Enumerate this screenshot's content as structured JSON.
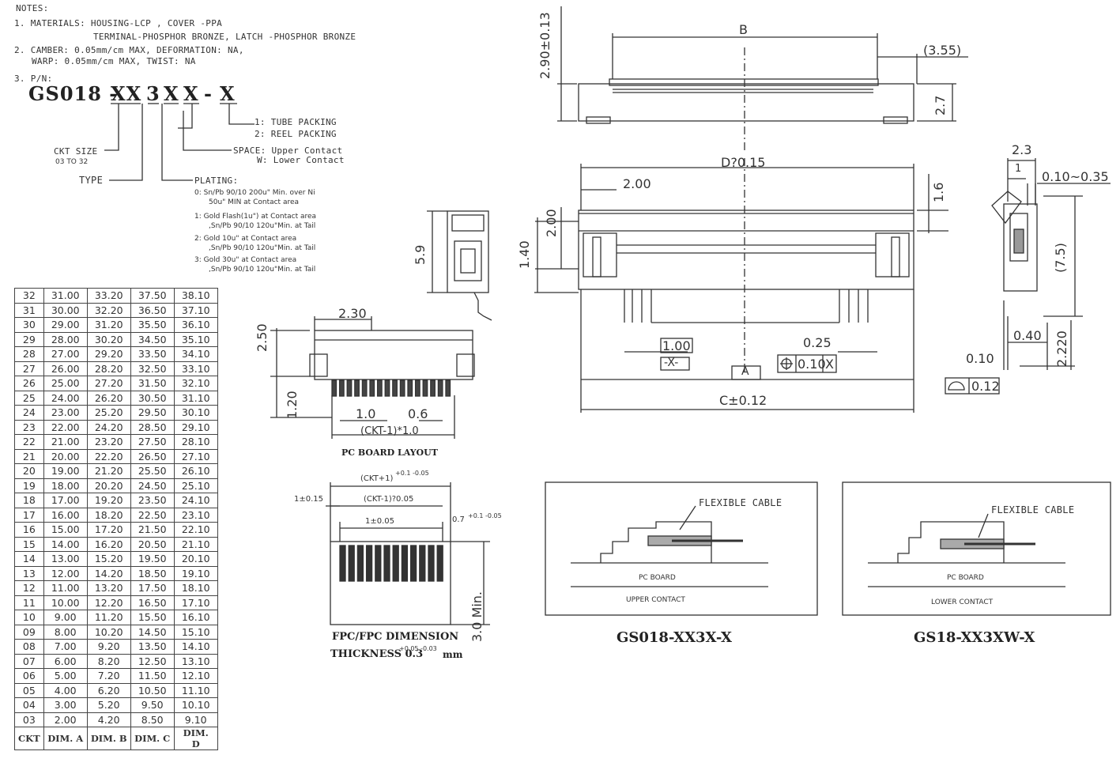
{
  "notes": {
    "heading": "NOTES:",
    "line1a": "1. MATERIALS: HOUSING-LCP , COVER -PPA",
    "line1b": "TERMINAL-PHOSPHOR BRONZE, LATCH -PHOSPHOR BRONZE",
    "line2a": "2. CAMBER: 0.05mm/cm MAX, DEFORMATION: NA,",
    "line2b": "WARP: 0.05mm/cm MAX, TWIST: NA",
    "line3": "3. P/N:",
    "pn_prefix": "GS018 -",
    "pn_xx": "XX",
    "pn_3": "3",
    "pn_x1": "X",
    "pn_x2": "X",
    "pn_dash": "-",
    "pn_x3": "X",
    "packing1": "1: TUBE PACKING",
    "packing2": "2: REEL PACKING",
    "ckt_size": "CKT SIZE",
    "ckt_range": "03 TO 32",
    "space": "SPACE: Upper Contact",
    "space_w": "W: Lower Contact",
    "type": "TYPE",
    "plating": "PLATING:",
    "plating0a": "0: Sn/Pb 90/10 200u\" Min. over Ni",
    "plating0b": "50u\" MIN at Contact area",
    "plating1a": "1: Gold Flash(1u\") at Contact area",
    "plating1b": ",Sn/Pb 90/10 120u\"Min. at Tail",
    "plating2a": "2: Gold 10u\" at Contact area",
    "plating2b": ",Sn/Pb 90/10 120u\"Min. at Tail",
    "plating3a": "3: Gold 30u\" at Contact area",
    "plating3b": ",Sn/Pb 90/10 120u\"Min. at Tail"
  },
  "table": {
    "headers": [
      "CKT",
      "DIM. A",
      "DIM. B",
      "DIM. C",
      "DIM. D"
    ],
    "rows": [
      [
        "32",
        "31.00",
        "33.20",
        "37.50",
        "38.10"
      ],
      [
        "31",
        "30.00",
        "32.20",
        "36.50",
        "37.10"
      ],
      [
        "30",
        "29.00",
        "31.20",
        "35.50",
        "36.10"
      ],
      [
        "29",
        "28.00",
        "30.20",
        "34.50",
        "35.10"
      ],
      [
        "28",
        "27.00",
        "29.20",
        "33.50",
        "34.10"
      ],
      [
        "27",
        "26.00",
        "28.20",
        "32.50",
        "33.10"
      ],
      [
        "26",
        "25.00",
        "27.20",
        "31.50",
        "32.10"
      ],
      [
        "25",
        "24.00",
        "26.20",
        "30.50",
        "31.10"
      ],
      [
        "24",
        "23.00",
        "25.20",
        "29.50",
        "30.10"
      ],
      [
        "23",
        "22.00",
        "24.20",
        "28.50",
        "29.10"
      ],
      [
        "22",
        "21.00",
        "23.20",
        "27.50",
        "28.10"
      ],
      [
        "21",
        "20.00",
        "22.20",
        "26.50",
        "27.10"
      ],
      [
        "20",
        "19.00",
        "21.20",
        "25.50",
        "26.10"
      ],
      [
        "19",
        "18.00",
        "20.20",
        "24.50",
        "25.10"
      ],
      [
        "18",
        "17.00",
        "19.20",
        "23.50",
        "24.10"
      ],
      [
        "17",
        "16.00",
        "18.20",
        "22.50",
        "23.10"
      ],
      [
        "16",
        "15.00",
        "17.20",
        "21.50",
        "22.10"
      ],
      [
        "15",
        "14.00",
        "16.20",
        "20.50",
        "21.10"
      ],
      [
        "14",
        "13.00",
        "15.20",
        "19.50",
        "20.10"
      ],
      [
        "13",
        "12.00",
        "14.20",
        "18.50",
        "19.10"
      ],
      [
        "12",
        "11.00",
        "13.20",
        "17.50",
        "18.10"
      ],
      [
        "11",
        "10.00",
        "12.20",
        "16.50",
        "17.10"
      ],
      [
        "10",
        "9.00",
        "11.20",
        "15.50",
        "16.10"
      ],
      [
        "09",
        "8.00",
        "10.20",
        "14.50",
        "15.10"
      ],
      [
        "08",
        "7.00",
        "9.20",
        "13.50",
        "14.10"
      ],
      [
        "07",
        "6.00",
        "8.20",
        "12.50",
        "13.10"
      ],
      [
        "06",
        "5.00",
        "7.20",
        "11.50",
        "12.10"
      ],
      [
        "05",
        "4.00",
        "6.20",
        "10.50",
        "11.10"
      ],
      [
        "04",
        "3.00",
        "5.20",
        "9.50",
        "10.10"
      ],
      [
        "03",
        "2.00",
        "4.20",
        "8.50",
        "9.10"
      ]
    ]
  },
  "pcb_layout": {
    "caption": "PC BOARD LAYOUT",
    "d230": "2.30",
    "d250": "2.50",
    "d120": "1.20",
    "d10": "1.0",
    "d06": "0.6",
    "pitch": "(CKT-1)*1.0",
    "d59": "5.9"
  },
  "fpc": {
    "caption1": "FPC/FPC DIMENSION",
    "caption2": "THICKNESS 0.3",
    "tol": "+0.05 -0.03",
    "unit": "mm",
    "top": "(CKT+1)",
    "top_tol": "+0.1 -0.05",
    "mid": "(CKT-1)?0.05",
    "left": "1±0.15",
    "pitch": "1±0.05",
    "right": "0.7",
    "right_tol": "+0.1 -0.05",
    "min": "3.0 Min."
  },
  "main_view": {
    "b": "B",
    "d355": "(3.55)",
    "d290": "2.90±0.13",
    "d27": "2.7",
    "d_dim": "D?0.15",
    "d200a": "2.00",
    "d200b": "2.00",
    "d140": "1.40",
    "d16": "1.6",
    "d100": "1.00",
    "x_box": "-X-",
    "d025": "0.25",
    "pos_tol": "0.10",
    "pos_ref": "X",
    "a_box": "A",
    "c_dim": "C±0.12"
  },
  "side_view": {
    "d23": "2.3",
    "d1": "1",
    "range": "0.10~0.35",
    "d75": "(7.5)",
    "d040": "0.40",
    "d2220": "2.220",
    "d010": "0.10",
    "flat": "0.12"
  },
  "detail_upper": {
    "cable": "FLEXIBLE CABLE",
    "board": "PC BOARD",
    "contact": "UPPER CONTACT",
    "caption": "GS018-XX3X-X"
  },
  "detail_lower": {
    "cable": "FLEXIBLE CABLE",
    "board": "PC BOARD",
    "contact": "LOWER CONTACT",
    "caption": "GS18-XX3XW-X"
  }
}
